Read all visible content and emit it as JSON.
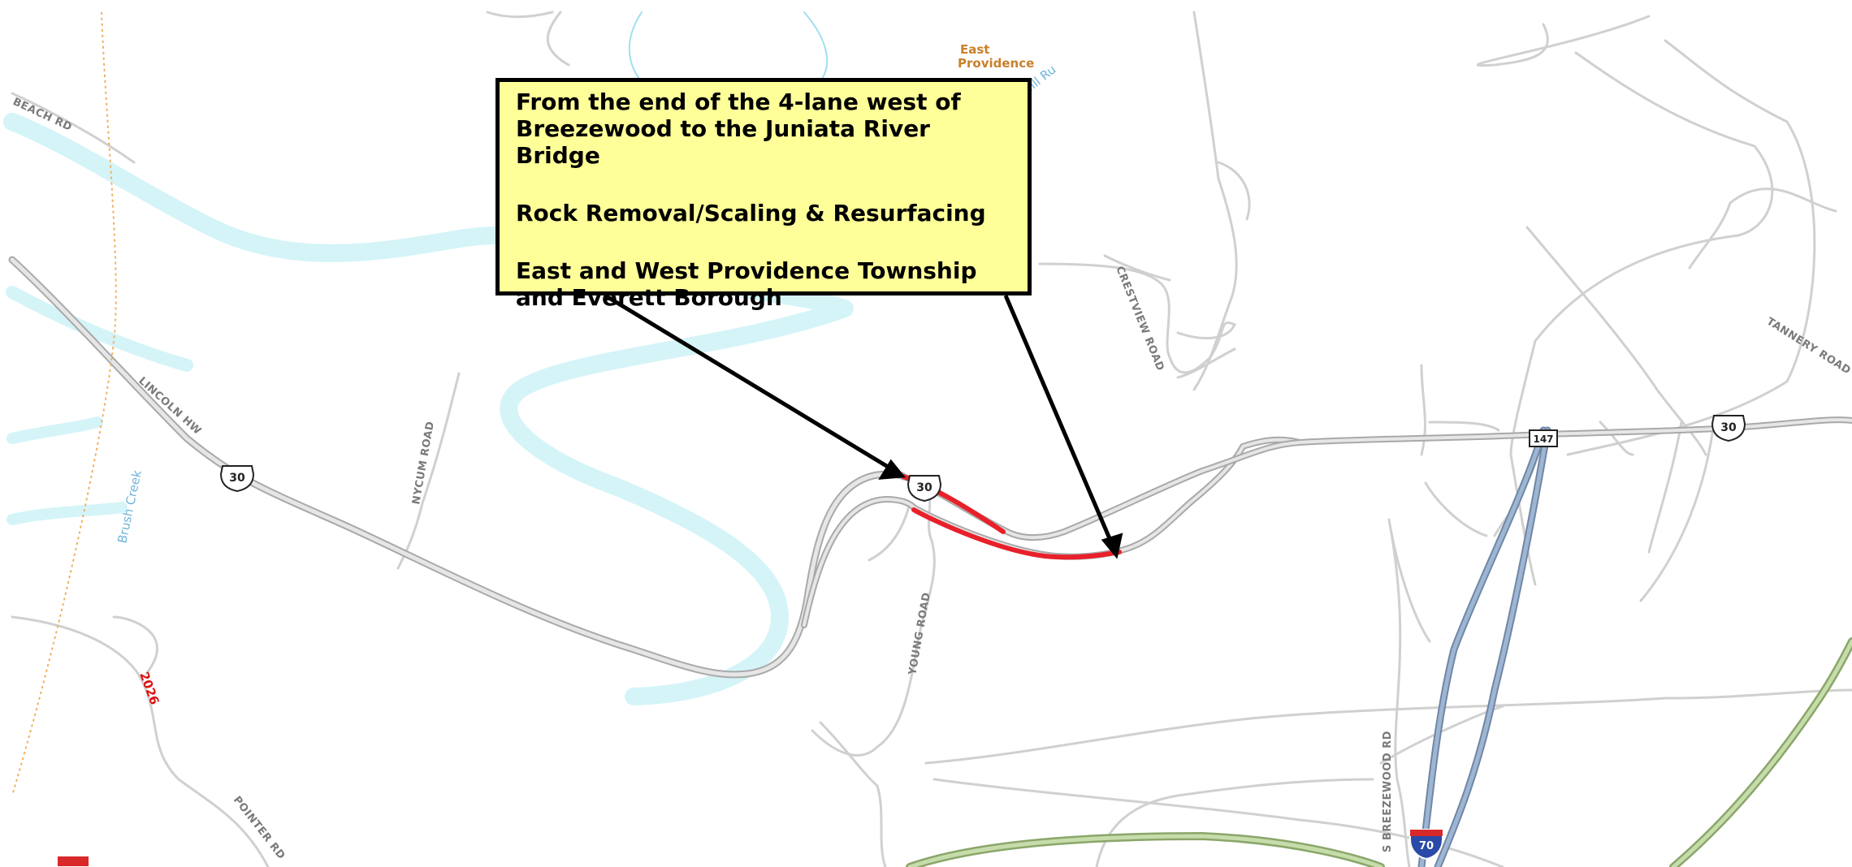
{
  "callout": {
    "line1": "From the end of the 4-lane west of Breezewood to the Juniata River Bridge",
    "line2": "Rock Removal/Scaling & Resurfacing",
    "line3": "East and West Providence Township and Everett Borough"
  },
  "labels": {
    "beach_rd": "BEACH RD",
    "lincoln_hw": "LINCOLN HW",
    "nycum_road": "NYCUM ROAD",
    "young_road": "YOUNG ROAD",
    "crestview_road": "CRESTVIEW ROAD",
    "tannery_road": "TANNERY ROAD",
    "s_breezewood_rd": "S BREEZEWOOD RD",
    "pointer_rd": "POINTER RD",
    "brush_creek": "Brush Creek",
    "mill_run": "Mill Ru",
    "east_providence_1": "East",
    "east_providence_2": "Providence"
  },
  "shields": {
    "us30": "30",
    "pa147": "147",
    "i70": "70",
    "sr2026": "2026"
  },
  "colors": {
    "highlight": "#e8202a",
    "road": "#c8c8c8",
    "water": "#d4f4f8",
    "callout_bg": "#ffff99",
    "interstate": "#8fa9c9",
    "turnpike": "#b9cf99"
  }
}
